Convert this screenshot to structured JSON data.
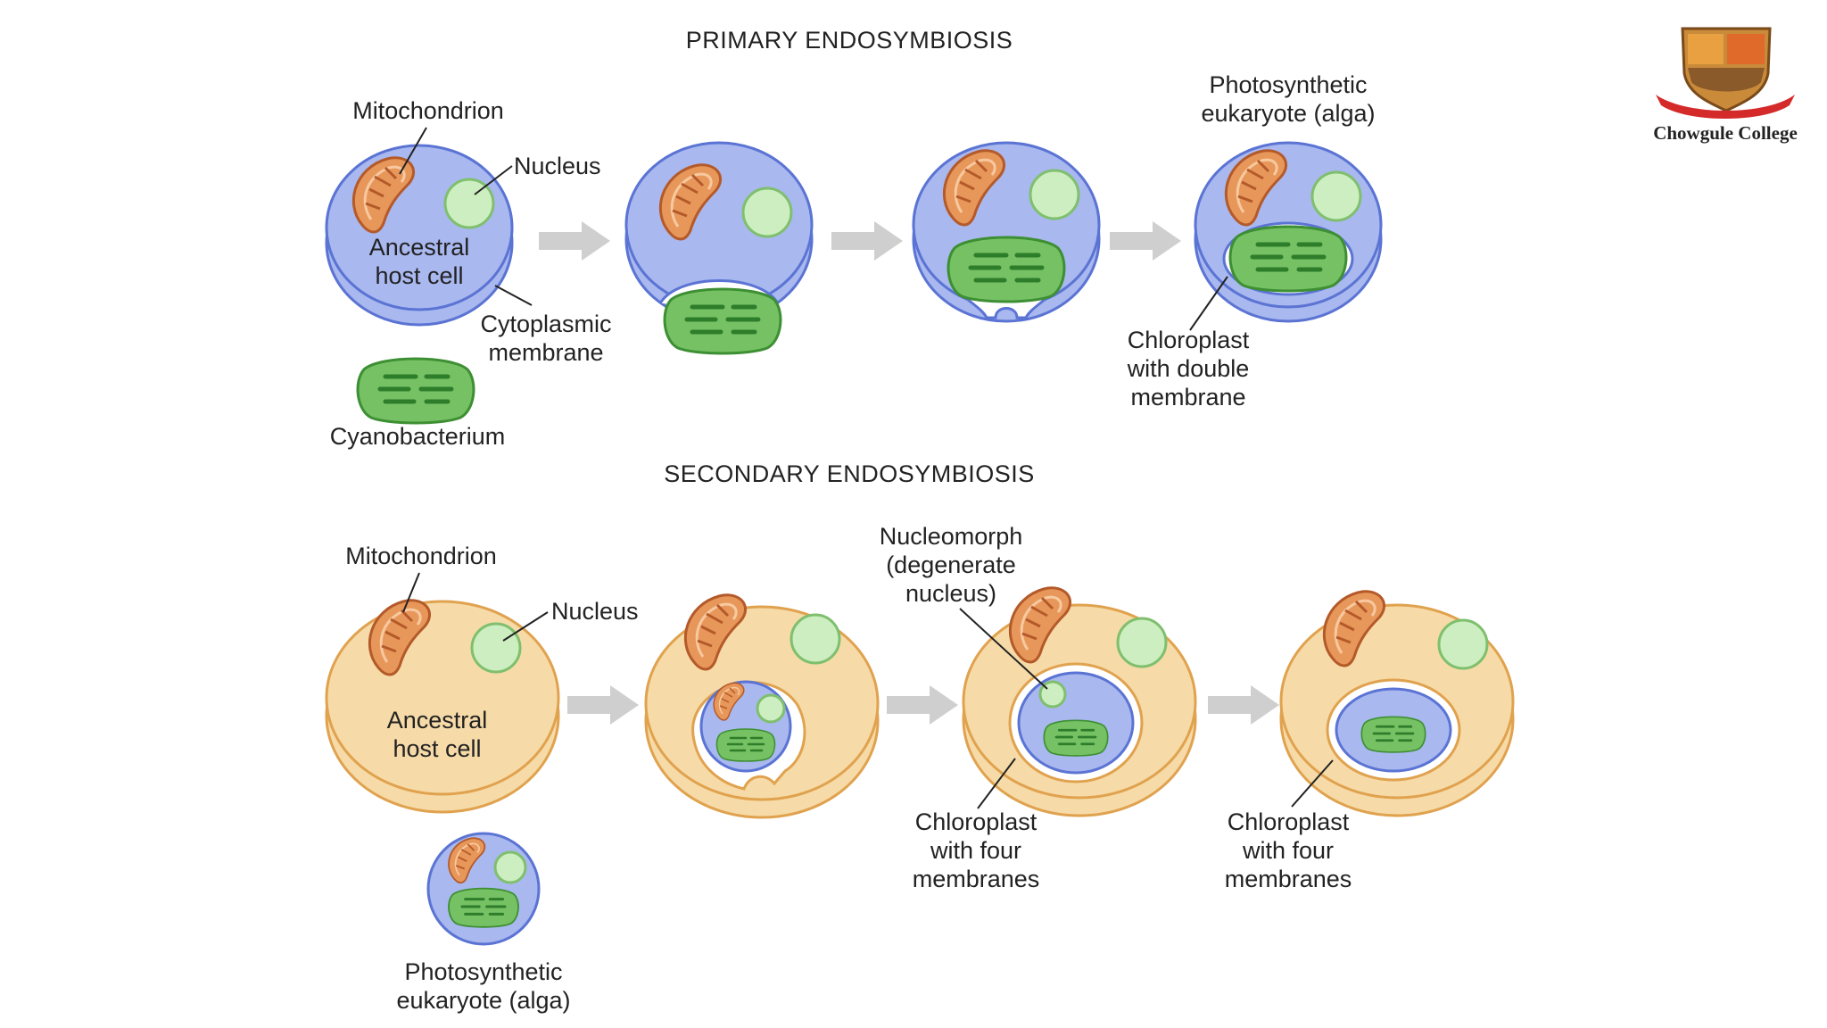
{
  "primary": {
    "title": "PRIMARY ENDOSYMBIOSIS",
    "mitochondrion": "Mitochondrion",
    "nucleus": "Nucleus",
    "host_line1": "Ancestral",
    "host_line2": "host cell",
    "membrane_line1": "Cytoplasmic",
    "membrane_line2": "membrane",
    "cyanobacterium": "Cyanobacterium",
    "alga_line1": "Photosynthetic",
    "alga_line2": "eukaryote (alga)",
    "chloroplast_line1": "Chloroplast",
    "chloroplast_line2": "with double",
    "chloroplast_line3": "membrane"
  },
  "secondary": {
    "title": "SECONDARY ENDOSYMBIOSIS",
    "mitochondrion": "Mitochondrion",
    "nucleus": "Nucleus",
    "host_line1": "Ancestral",
    "host_line2": "host cell",
    "alga_line1": "Photosynthetic",
    "alga_line2": "eukaryote (alga)",
    "nucleomorph_line1": "Nucleomorph",
    "nucleomorph_line2": "(degenerate",
    "nucleomorph_line3": "nucleus)",
    "chloroplast_a_line1": "Chloroplast",
    "chloroplast_a_line2": "with four",
    "chloroplast_a_line3": "membranes",
    "chloroplast_b_line1": "Chloroplast",
    "chloroplast_b_line2": "with four",
    "chloroplast_b_line3": "membranes"
  },
  "logo": {
    "name": "Chowgule College"
  },
  "colors": {
    "host_blue": "#a9b8ef",
    "host_orange": "#f6dba8",
    "chloroplast_green": "#6fbf5f",
    "mitochondrion_orange": "#e89a5c",
    "nucleus_green": "#cdeec0",
    "arrow_gray": "#cfcfcf"
  }
}
